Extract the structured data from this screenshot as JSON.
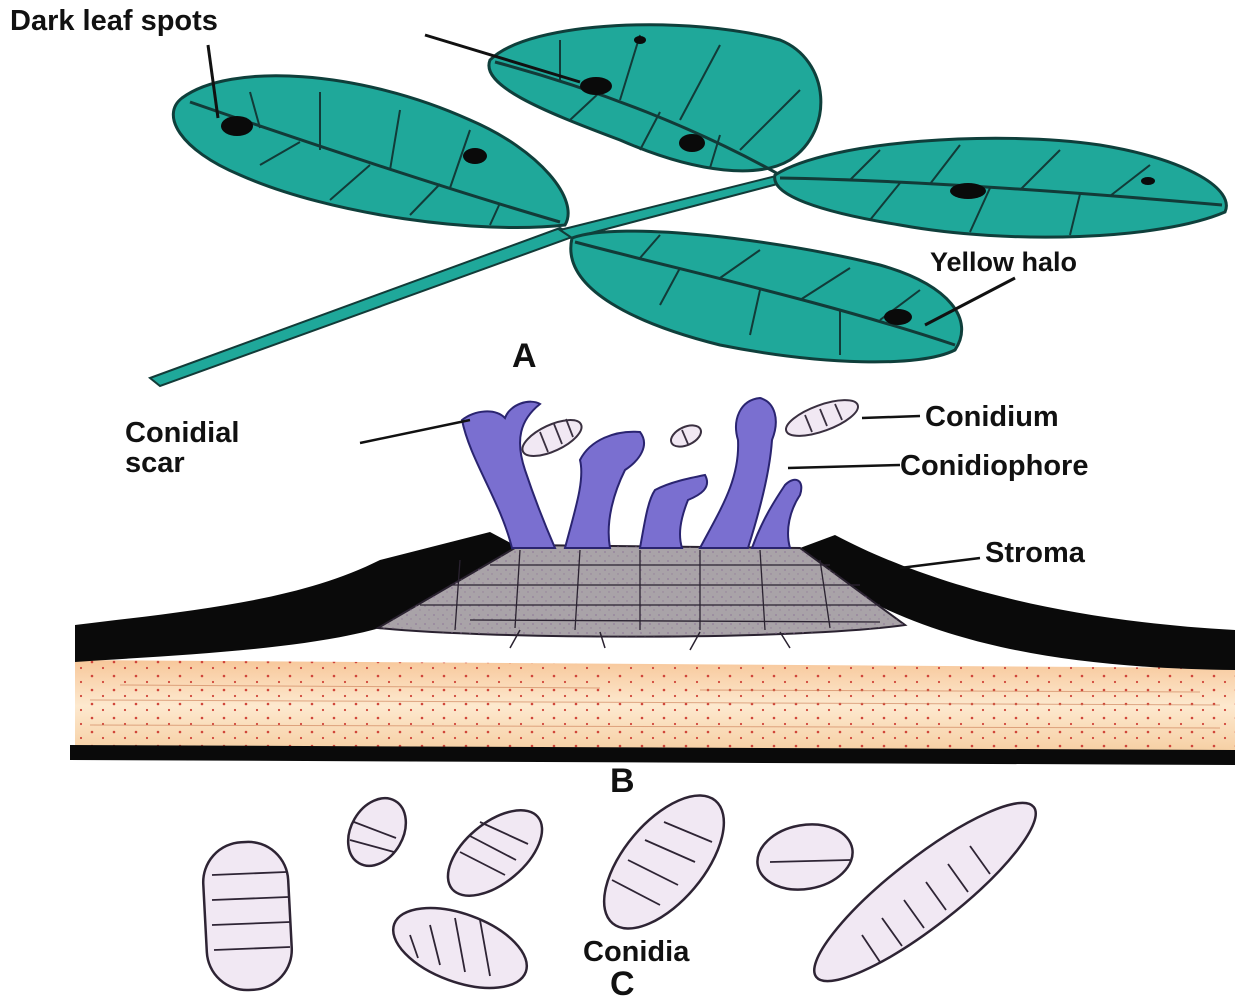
{
  "panels": {
    "a": "A",
    "b": "B",
    "c": "C"
  },
  "labels": {
    "dark_leaf_spots": "Dark leaf spots",
    "yellow_halo": "Yellow halo",
    "conidial_scar_line1": "Conidial",
    "conidial_scar_line2": "scar",
    "conidium": "Conidium",
    "conidiophore": "Conidiophore",
    "stroma": "Stroma",
    "conidia": "Conidia"
  },
  "colors": {
    "leaf": "#1fa89a",
    "leaf_vein": "#123b38",
    "conidiophore": "#7a6fd0",
    "stroma": "#a9a3a8",
    "host_tissue": "#f9dcb8",
    "spore_fill": "#f1e8f3"
  }
}
